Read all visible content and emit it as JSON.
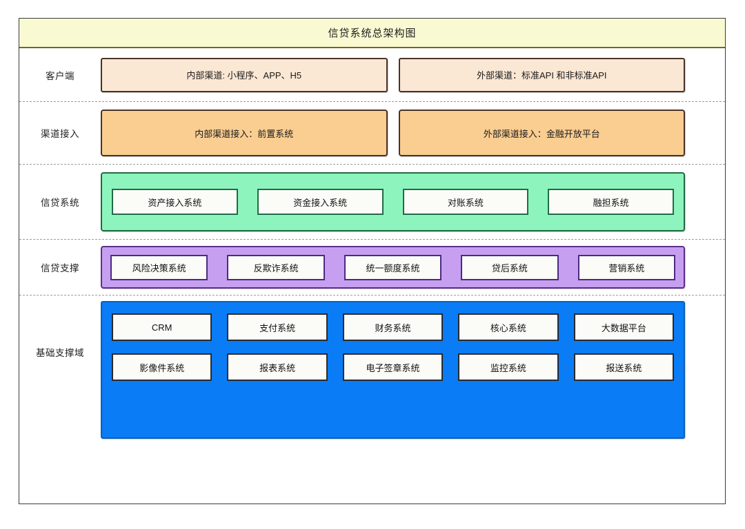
{
  "diagram": {
    "title": "信贷系统总架构图",
    "colors": {
      "title_band": "#fafad2",
      "client_box": "#fae7d4",
      "channel_box": "#facd91",
      "credit_band": "#8ef4bd",
      "support_band": "#c79ff0",
      "foundation_band": "#0a7cf5"
    },
    "rows": [
      {
        "label": "客户端",
        "boxes": [
          "内部渠道: 小程序、APP、H5",
          "外部渠道：标准API 和非标准API"
        ]
      },
      {
        "label": "渠道接入",
        "boxes": [
          "内部渠道接入：前置系统",
          "外部渠道接入：金融开放平台"
        ]
      },
      {
        "label": "信贷系统",
        "boxes": [
          "资产接入系统",
          "资金接入系统",
          "对账系统",
          "融担系统"
        ]
      },
      {
        "label": "信贷支撑",
        "boxes": [
          "风险决策系统",
          "反欺诈系统",
          "统一额度系统",
          "贷后系统",
          "营销系统"
        ]
      },
      {
        "label": "基础支撑域",
        "boxes_row1": [
          "CRM",
          "支付系统",
          "财务系统",
          "核心系统",
          "大数据平台"
        ],
        "boxes_row2": [
          "影像件系统",
          "报表系统",
          "电子签章系统",
          "监控系统",
          "报送系统"
        ]
      }
    ]
  }
}
